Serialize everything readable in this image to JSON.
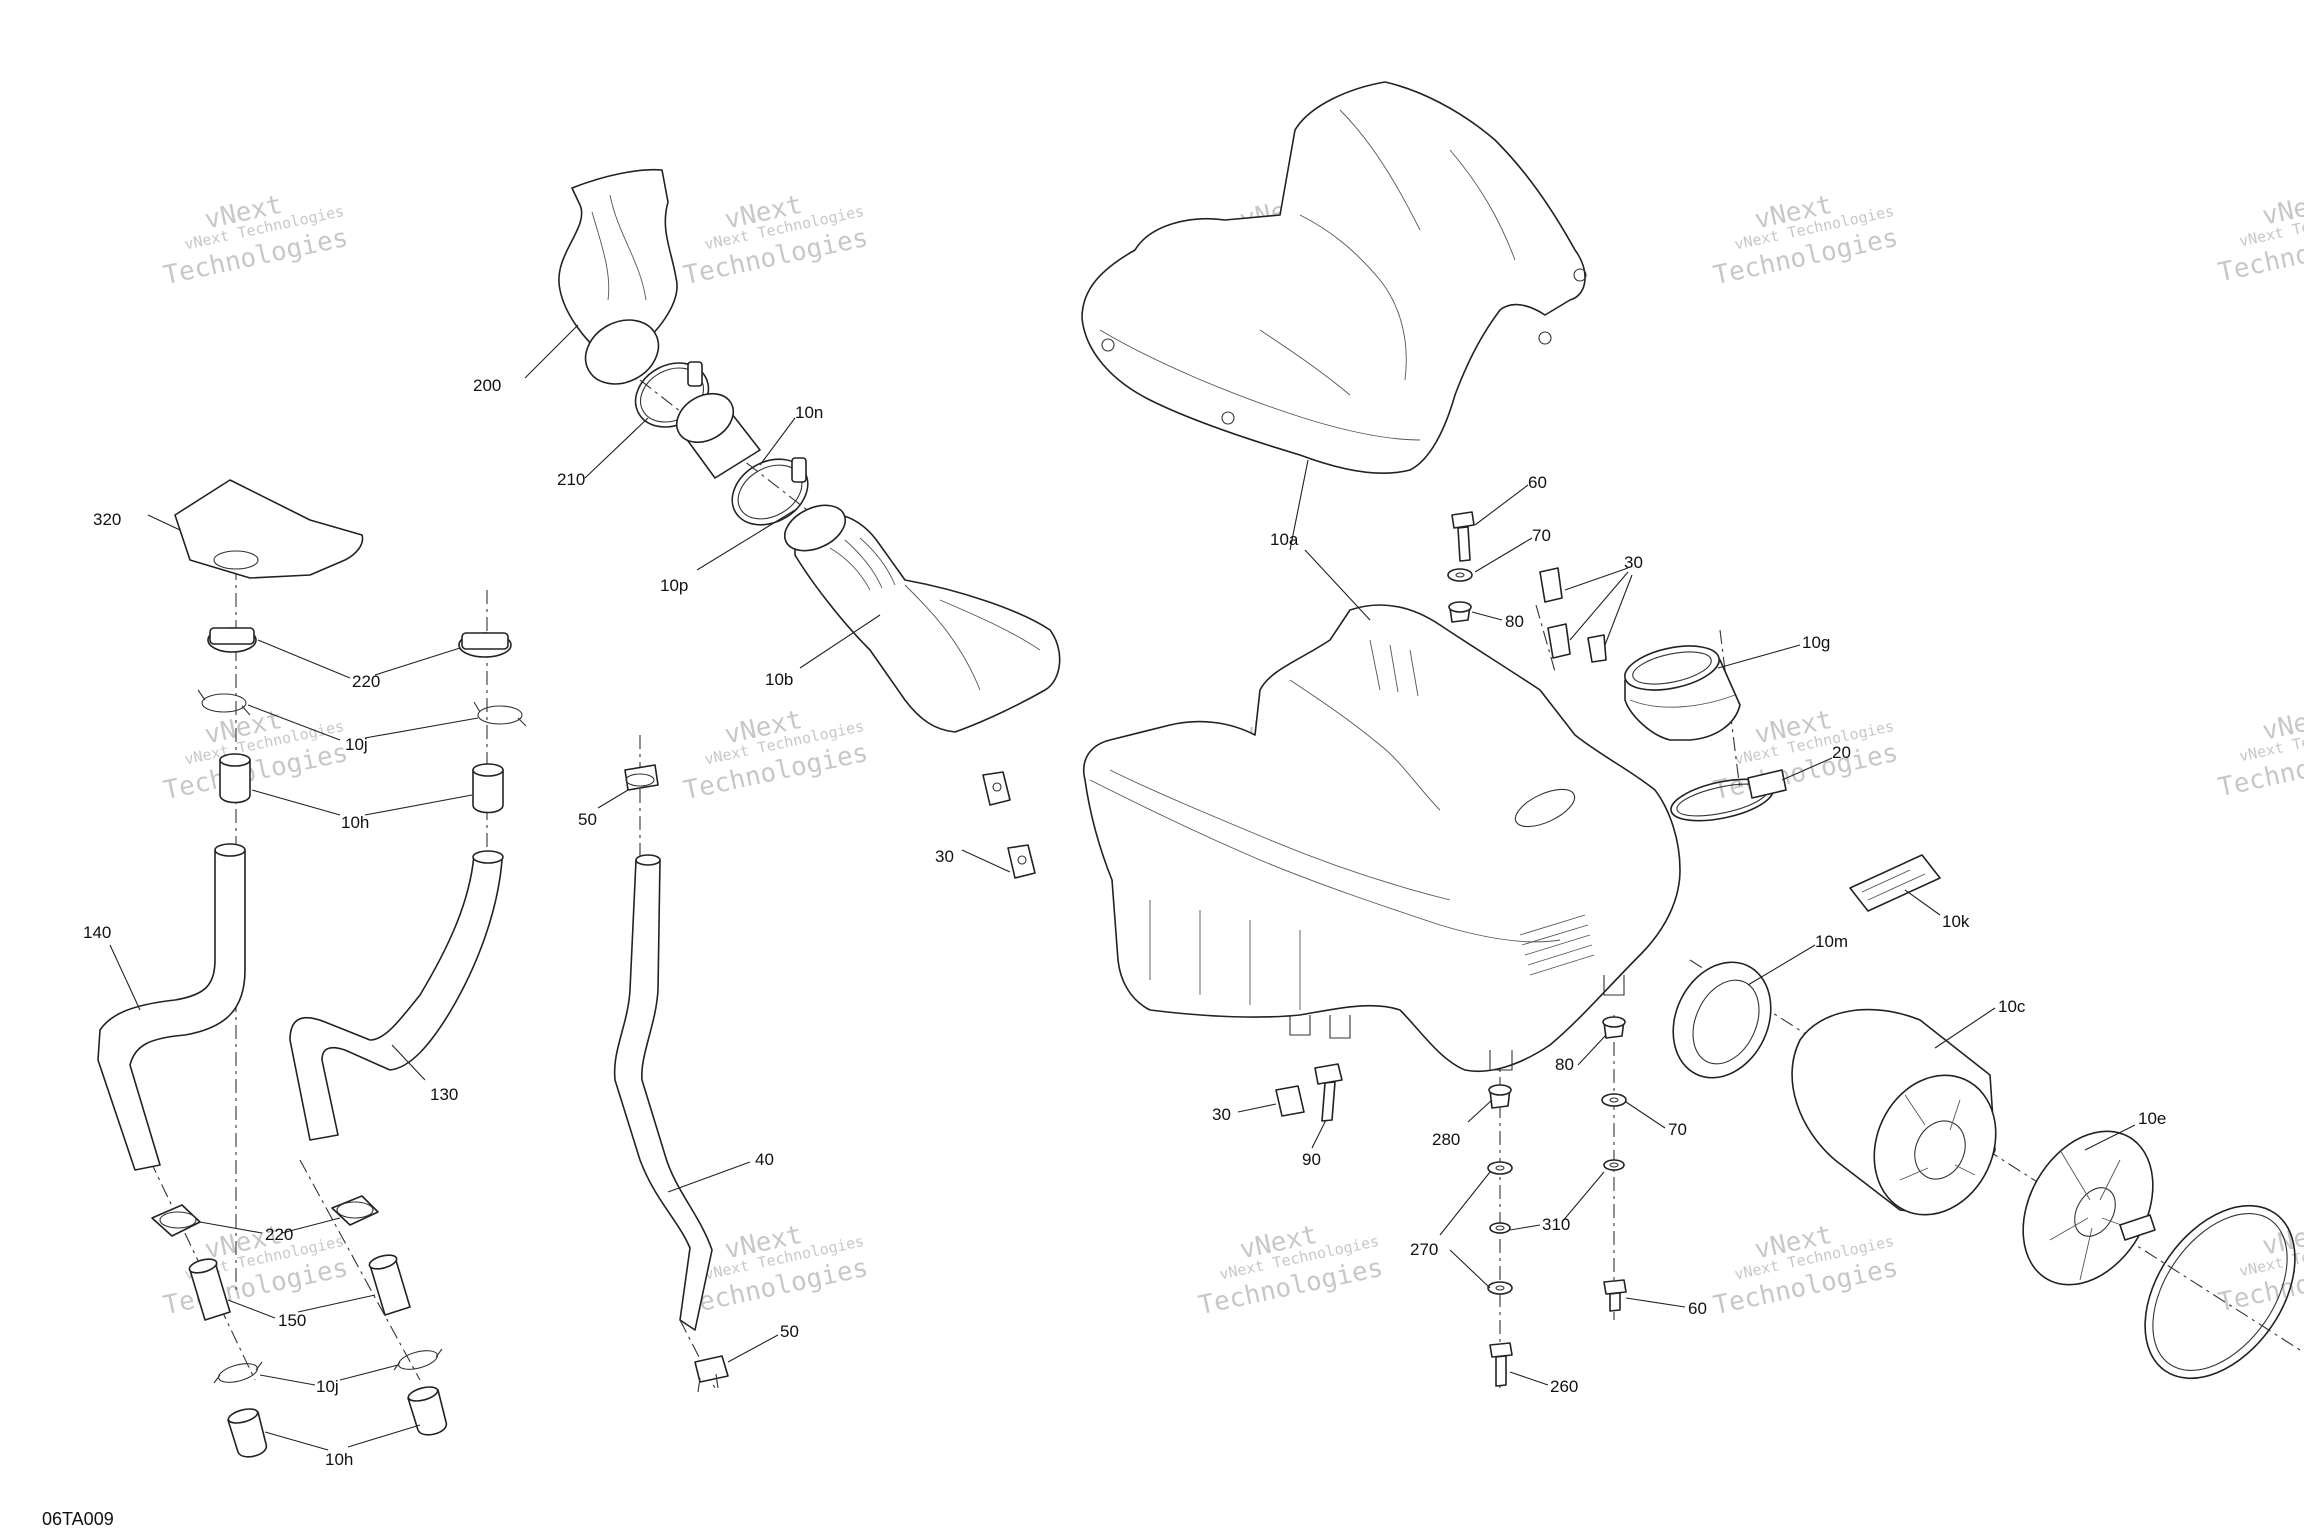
{
  "diagram": {
    "drawing_code": "06TA009",
    "watermark": {
      "line_a": "vNext Technologies",
      "line_b": "vNext",
      "line_c": "Technologies"
    },
    "callouts": [
      {
        "id": "c-200",
        "text": "200"
      },
      {
        "id": "c-210",
        "text": "210"
      },
      {
        "id": "c-10n",
        "text": "10n"
      },
      {
        "id": "c-10p",
        "text": "10p"
      },
      {
        "id": "c-10b",
        "text": "10b"
      },
      {
        "id": "c-320",
        "text": "320"
      },
      {
        "id": "c-220a",
        "text": "220"
      },
      {
        "id": "c-10ja",
        "text": "10j"
      },
      {
        "id": "c-10ha",
        "text": "10h"
      },
      {
        "id": "c-140",
        "text": "140"
      },
      {
        "id": "c-130",
        "text": "130"
      },
      {
        "id": "c-220b",
        "text": "220"
      },
      {
        "id": "c-150",
        "text": "150"
      },
      {
        "id": "c-10jb",
        "text": "10j"
      },
      {
        "id": "c-10hb",
        "text": "10h"
      },
      {
        "id": "c-50a",
        "text": "50"
      },
      {
        "id": "c-40",
        "text": "40"
      },
      {
        "id": "c-50b",
        "text": "50"
      },
      {
        "id": "c-30a",
        "text": "30"
      },
      {
        "id": "c-10a",
        "text": "10a"
      },
      {
        "id": "c-60a",
        "text": "60"
      },
      {
        "id": "c-70a",
        "text": "70"
      },
      {
        "id": "c-30b",
        "text": "30"
      },
      {
        "id": "c-80a",
        "text": "80"
      },
      {
        "id": "c-10g",
        "text": "10g"
      },
      {
        "id": "c-20",
        "text": "20"
      },
      {
        "id": "c-10k",
        "text": "10k"
      },
      {
        "id": "c-10m",
        "text": "10m"
      },
      {
        "id": "c-10c",
        "text": "10c"
      },
      {
        "id": "c-80b",
        "text": "80"
      },
      {
        "id": "c-70b",
        "text": "70"
      },
      {
        "id": "c-10e",
        "text": "10e"
      },
      {
        "id": "c-30c",
        "text": "30"
      },
      {
        "id": "c-90",
        "text": "90"
      },
      {
        "id": "c-280",
        "text": "280"
      },
      {
        "id": "c-310",
        "text": "310"
      },
      {
        "id": "c-270",
        "text": "270"
      },
      {
        "id": "c-60b",
        "text": "60"
      },
      {
        "id": "c-260",
        "text": "260"
      }
    ]
  }
}
